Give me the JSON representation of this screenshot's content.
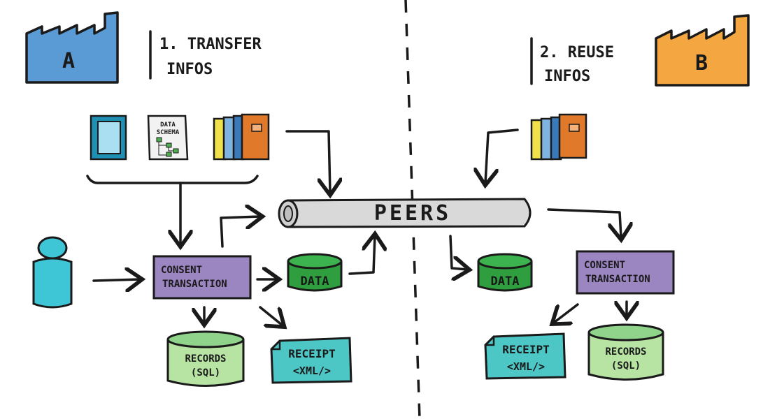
{
  "left": {
    "factory_label": "A",
    "step_title_line1": "1. TRANSFER",
    "step_title_line2": "INFOS",
    "schema_line1": "DATA",
    "schema_line2": "SCHEMA",
    "consent_line1": "CONSENT",
    "consent_line2": "TRANSACTION",
    "data_label": "DATA",
    "records_line1": "RECORDS",
    "records_line2": "(SQL)",
    "receipt_line1": "RECEIPT",
    "receipt_line2": "<XML/>"
  },
  "right": {
    "factory_label": "B",
    "step_title_line1": "2. REUSE",
    "step_title_line2": "INFOS",
    "consent_line1": "CONSENT",
    "consent_line2": "TRANSACTION",
    "data_label": "DATA",
    "records_line1": "RECORDS",
    "records_line2": "(SQL)",
    "receipt_line1": "RECEIPT",
    "receipt_line2": "<XML/>"
  },
  "pipe": {
    "label": "PEERS"
  },
  "colors": {
    "factory_a": "#5b9bd5",
    "factory_b": "#f4a640",
    "consent": "#9b86c2",
    "data": "#2e9e3f",
    "records": "#b7e3a3",
    "receipt": "#4dc6c6",
    "person": "#3ec6d6",
    "pipe": "#d9d9d9"
  }
}
